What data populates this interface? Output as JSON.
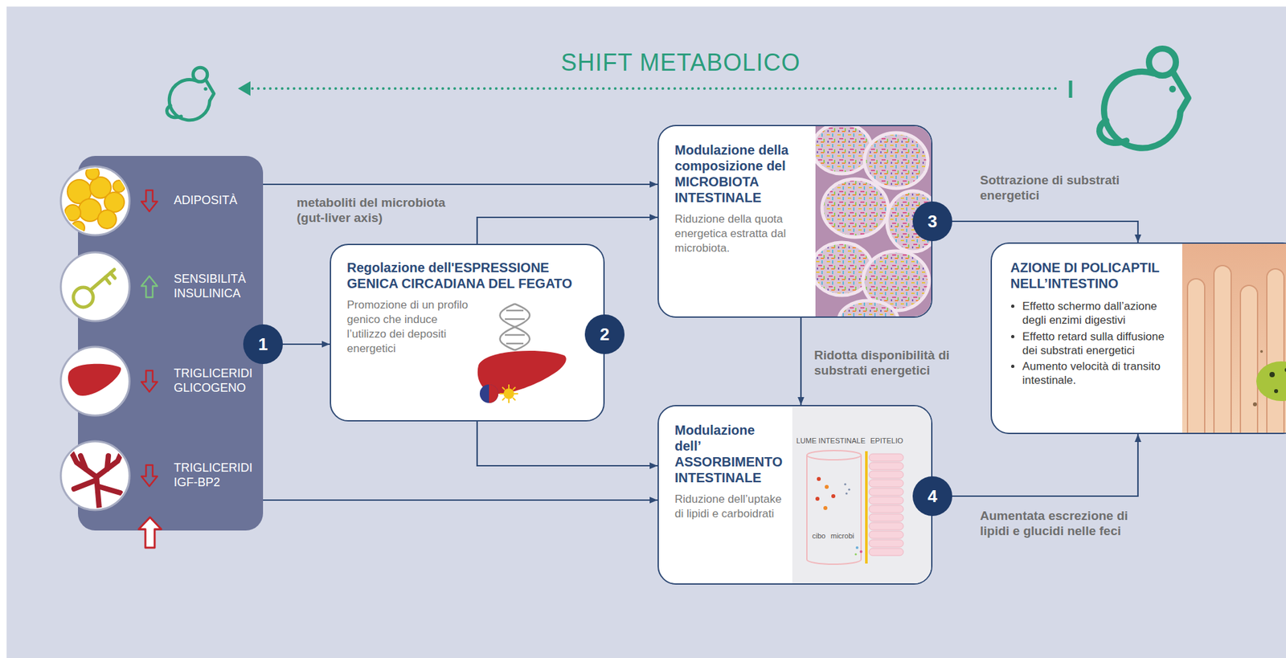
{
  "diagram": {
    "title": "SHIFT METABOLICO",
    "nodes": [
      {
        "text": [
          "ADIPOSITÀ",
          "SENSIBILITÀ INSULINICA",
          "TRIGLICERIDI GLICOGENO",
          "TRIGLICERIDI IGF-BP2"
        ]
      },
      {
        "text": [
          "Regolazione dell'ESPRESSIONE GENICA CIRCADIANA DEL FEGATO",
          "Promozione di un profilo genico che induce l’utilizzo dei depositi energetici"
        ]
      },
      {
        "text": [
          "Modulazione della composizione del MICROBIOTA INTESTINALE",
          "Riduzione della quota energetica estratta dal microbiota."
        ]
      },
      {
        "text": [
          "Modulazione dell’ ASSORBIMENTO INTESTINALE",
          "Riduzione dell’uptake di lipidi e carboidrati"
        ]
      },
      {
        "text": [
          "AZIONE DI POLICAPTIL NELL’INTESTINO",
          "Effetto schermo dall’azione degli enzimi digestivi",
          "Effetto retard sulla diffusione dei substrati energetici",
          "Aumento velocità di transito intestinale."
        ]
      }
    ],
    "edges": [
      {
        "from": 0,
        "to": 2,
        "arrow": "to",
        "label": "metaboliti del microbiota (gut-liver axis)"
      },
      {
        "from": 0,
        "to": 1,
        "arrow": "to"
      },
      {
        "from": 1,
        "to": 2,
        "arrow": "to"
      },
      {
        "from": 1,
        "to": 3,
        "arrow": "to"
      },
      {
        "from": 0,
        "to": 3,
        "arrow": "to"
      },
      {
        "from": 2,
        "to": 3,
        "arrow": "to",
        "label": "Ridotta disponibilità di substrati energetici"
      },
      {
        "from": 2,
        "to": 4,
        "arrow": "to",
        "label": "Sottrazione di substrati energetici"
      },
      {
        "from": 3,
        "to": 4,
        "arrow": "to",
        "label": "Aumentata escrezione di lipidi e glucidi nelle feci"
      }
    ],
    "labels": [
      "1",
      "2",
      "3",
      "4",
      "LUME INTESTINALE",
      "EPITELIO",
      "cibo",
      "microbi"
    ]
  }
}
